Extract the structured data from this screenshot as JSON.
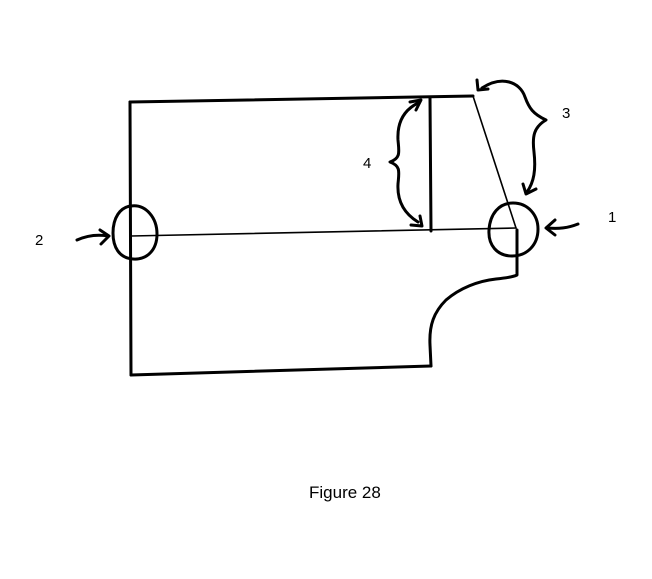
{
  "figure": {
    "caption": "Figure 28",
    "labels": {
      "one": "1",
      "two": "2",
      "three": "3",
      "four": "4"
    }
  },
  "colors": {
    "ink": "#000000",
    "paper": "#ffffff"
  }
}
